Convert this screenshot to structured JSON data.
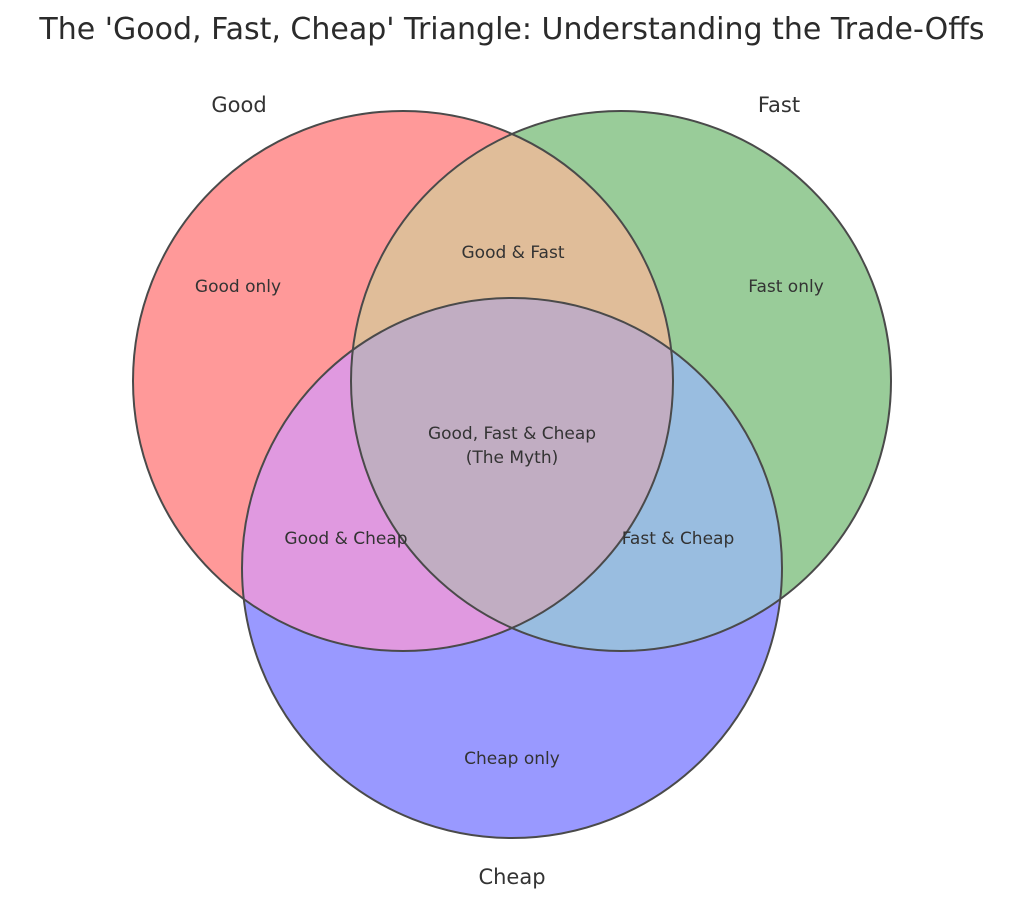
{
  "title": "The 'Good, Fast, Cheap' Triangle: Understanding the Trade-Offs",
  "chart_data": {
    "type": "venn",
    "sets": [
      {
        "id": "good",
        "label": "Good",
        "color": "#FF9999"
      },
      {
        "id": "fast",
        "label": "Fast",
        "color": "#99CC99"
      },
      {
        "id": "cheap",
        "label": "Cheap",
        "color": "#9999FF"
      }
    ],
    "regions": {
      "good_only": {
        "label": "Good only",
        "color": "#FF9999"
      },
      "fast_only": {
        "label": "Fast only",
        "color": "#99CC99"
      },
      "cheap_only": {
        "label": "Cheap only",
        "color": "#9999FF"
      },
      "good_fast": {
        "label": "Good & Fast",
        "color": "#E0BD99"
      },
      "good_cheap": {
        "label": "Good & Cheap",
        "color": "#E099E0"
      },
      "fast_cheap": {
        "label": "Fast & Cheap",
        "color": "#99BDE0"
      },
      "good_fast_cheap": {
        "label_line1": "Good, Fast & Cheap",
        "label_line2": "(The Myth)",
        "color": "#C1ADC2"
      }
    },
    "outline_color": "#4a4a4a",
    "text_color": "#333333",
    "background": "#ffffff"
  }
}
